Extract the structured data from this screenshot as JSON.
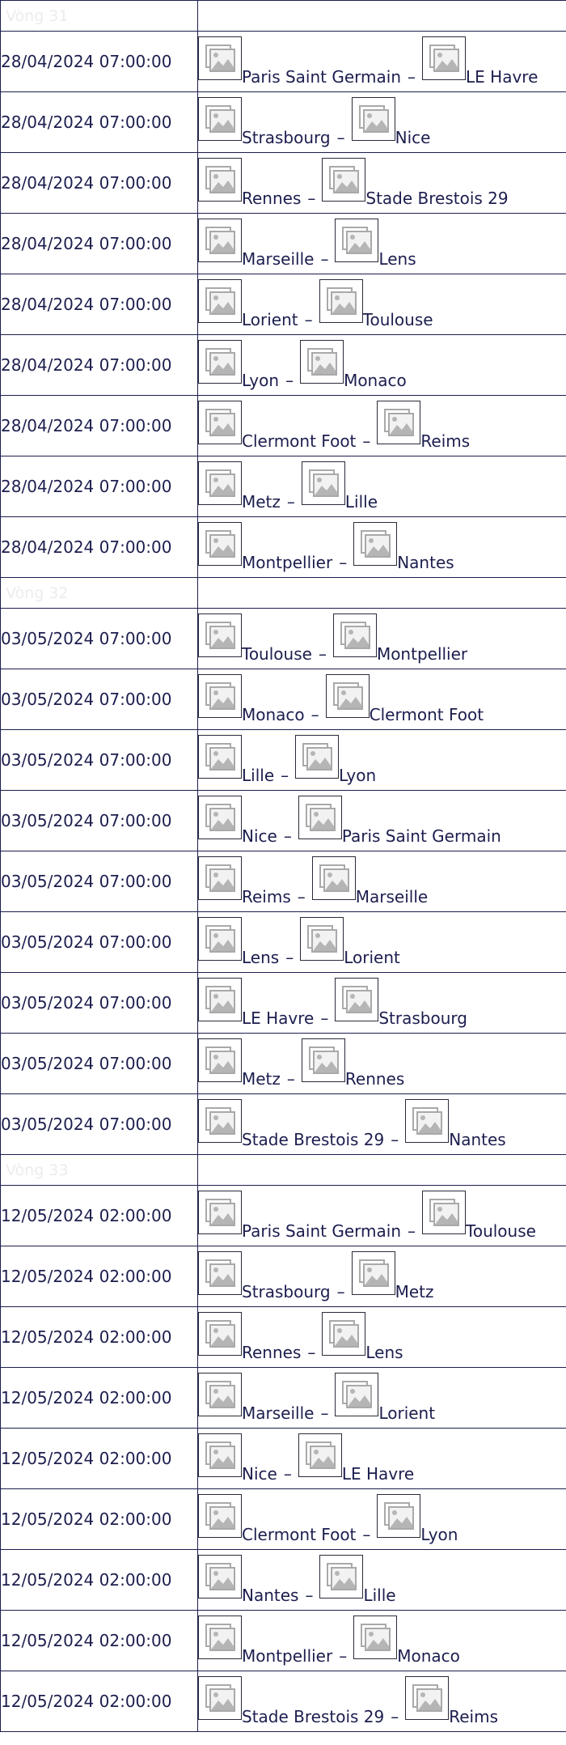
{
  "separator": "–",
  "icons": {
    "team_logo": "broken-image-icon"
  },
  "colors": {
    "border": "#1c1e4e",
    "text": "#1c1e4e",
    "round_label": "#ececef"
  },
  "rounds": [
    {
      "label": "Vòng 31",
      "matches": [
        {
          "date": "28/04/2024 07:00:00",
          "home": "Paris Saint Germain",
          "away": "LE Havre"
        },
        {
          "date": "28/04/2024 07:00:00",
          "home": "Strasbourg",
          "away": "Nice"
        },
        {
          "date": "28/04/2024 07:00:00",
          "home": "Rennes",
          "away": "Stade Brestois 29"
        },
        {
          "date": "28/04/2024 07:00:00",
          "home": "Marseille",
          "away": "Lens"
        },
        {
          "date": "28/04/2024 07:00:00",
          "home": "Lorient",
          "away": "Toulouse"
        },
        {
          "date": "28/04/2024 07:00:00",
          "home": "Lyon",
          "away": "Monaco"
        },
        {
          "date": "28/04/2024 07:00:00",
          "home": "Clermont Foot",
          "away": "Reims"
        },
        {
          "date": "28/04/2024 07:00:00",
          "home": "Metz",
          "away": "Lille"
        },
        {
          "date": "28/04/2024 07:00:00",
          "home": "Montpellier",
          "away": "Nantes"
        }
      ]
    },
    {
      "label": "Vòng 32",
      "matches": [
        {
          "date": "03/05/2024 07:00:00",
          "home": "Toulouse",
          "away": "Montpellier"
        },
        {
          "date": "03/05/2024 07:00:00",
          "home": "Monaco",
          "away": "Clermont Foot"
        },
        {
          "date": "03/05/2024 07:00:00",
          "home": "Lille",
          "away": "Lyon"
        },
        {
          "date": "03/05/2024 07:00:00",
          "home": "Nice",
          "away": "Paris Saint Germain"
        },
        {
          "date": "03/05/2024 07:00:00",
          "home": "Reims",
          "away": "Marseille"
        },
        {
          "date": "03/05/2024 07:00:00",
          "home": "Lens",
          "away": "Lorient"
        },
        {
          "date": "03/05/2024 07:00:00",
          "home": "LE Havre",
          "away": "Strasbourg"
        },
        {
          "date": "03/05/2024 07:00:00",
          "home": "Metz",
          "away": "Rennes"
        },
        {
          "date": "03/05/2024 07:00:00",
          "home": "Stade Brestois 29",
          "away": "Nantes"
        }
      ]
    },
    {
      "label": "Vòng 33",
      "matches": [
        {
          "date": "12/05/2024 02:00:00",
          "home": "Paris Saint Germain",
          "away": "Toulouse"
        },
        {
          "date": "12/05/2024 02:00:00",
          "home": "Strasbourg",
          "away": "Metz"
        },
        {
          "date": "12/05/2024 02:00:00",
          "home": "Rennes",
          "away": "Lens"
        },
        {
          "date": "12/05/2024 02:00:00",
          "home": "Marseille",
          "away": "Lorient"
        },
        {
          "date": "12/05/2024 02:00:00",
          "home": "Nice",
          "away": "LE Havre"
        },
        {
          "date": "12/05/2024 02:00:00",
          "home": "Clermont Foot",
          "away": "Lyon"
        },
        {
          "date": "12/05/2024 02:00:00",
          "home": "Nantes",
          "away": "Lille"
        },
        {
          "date": "12/05/2024 02:00:00",
          "home": "Montpellier",
          "away": "Monaco"
        },
        {
          "date": "12/05/2024 02:00:00",
          "home": "Stade Brestois 29",
          "away": "Reims"
        }
      ]
    }
  ]
}
